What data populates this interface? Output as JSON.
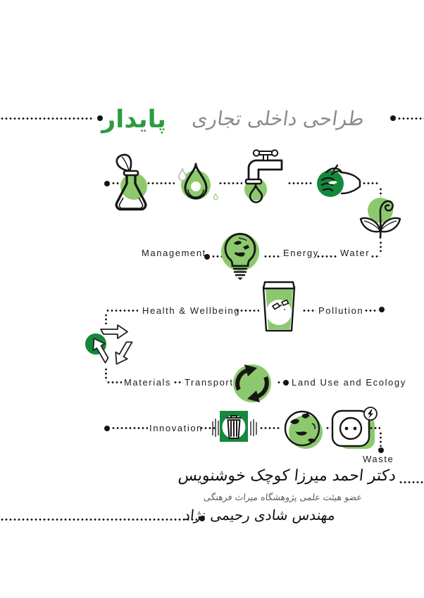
{
  "page": {
    "kind": "book-cover-poster",
    "background": "#ffffff"
  },
  "title": {
    "main_gray": "طراحی داخلی تجاری",
    "highlight_green": "پایدار"
  },
  "categories": {
    "management": "Management",
    "energy": "Energy",
    "water": "Water",
    "health_wellbeing": "Health & Wellbeing",
    "pollution": "Pollution",
    "materials": "Materials",
    "transport": "Transport",
    "land_use_ecology": "Land Use and Ecology",
    "innovation": "Innovation",
    "waste": "Waste"
  },
  "credits": {
    "author_1": "دکتر احمد میرزا کوچک خوشنویس",
    "affiliation": "عضو هیئت علمی پژوهشگاه میراث فرهنگی",
    "author_2": "مهندس شادی رحیمی نژاد"
  },
  "icons": [
    {
      "name": "flask-plant-icon",
      "depicts": "laboratory flask with leaf"
    },
    {
      "name": "water-drop-icon",
      "depicts": "water droplet"
    },
    {
      "name": "faucet-icon",
      "depicts": "tap with falling drop"
    },
    {
      "name": "hand-leaf-icon",
      "depicts": "hand holding a sprout"
    },
    {
      "name": "sprout-icon",
      "depicts": "fern sprout with leaves"
    },
    {
      "name": "bulb-earth-icon",
      "depicts": "light bulb with globe inside"
    },
    {
      "name": "cup-waste-icon",
      "depicts": "cup with pollutant doodle"
    },
    {
      "name": "recycle-icon",
      "depicts": "recycling arrows"
    },
    {
      "name": "cycle-arrows-icon",
      "depicts": "circular renewal arrows"
    },
    {
      "name": "trash-bin-icon",
      "depicts": "trash bin in green square"
    },
    {
      "name": "earth-icon",
      "depicts": "planet earth"
    },
    {
      "name": "power-socket-icon",
      "depicts": "power socket with lightning badge"
    }
  ],
  "colors": {
    "light_green": "#8cc96e",
    "dark_green": "#12893b",
    "title_green": "#2d9c41",
    "calligraphy_gray": "#8a8a8a",
    "dot_black": "#141414"
  }
}
